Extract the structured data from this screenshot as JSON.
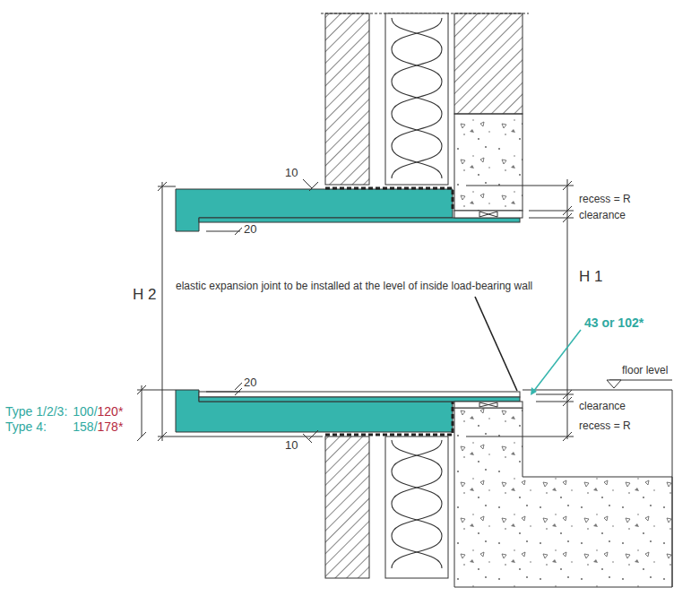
{
  "diagram": {
    "labels": [
      "10",
      "20",
      "recess = R",
      "clearance",
      "H 2",
      "H 1",
      "elastic expansion joint to be installed at the level of inside load-bearing wall",
      "43 or 102*",
      "floor level",
      "20",
      "clearance",
      "recess = R",
      "Type 1/2/3:",
      "100/",
      "120*",
      "Type 4:",
      "158/",
      "178*",
      "10"
    ]
  }
}
